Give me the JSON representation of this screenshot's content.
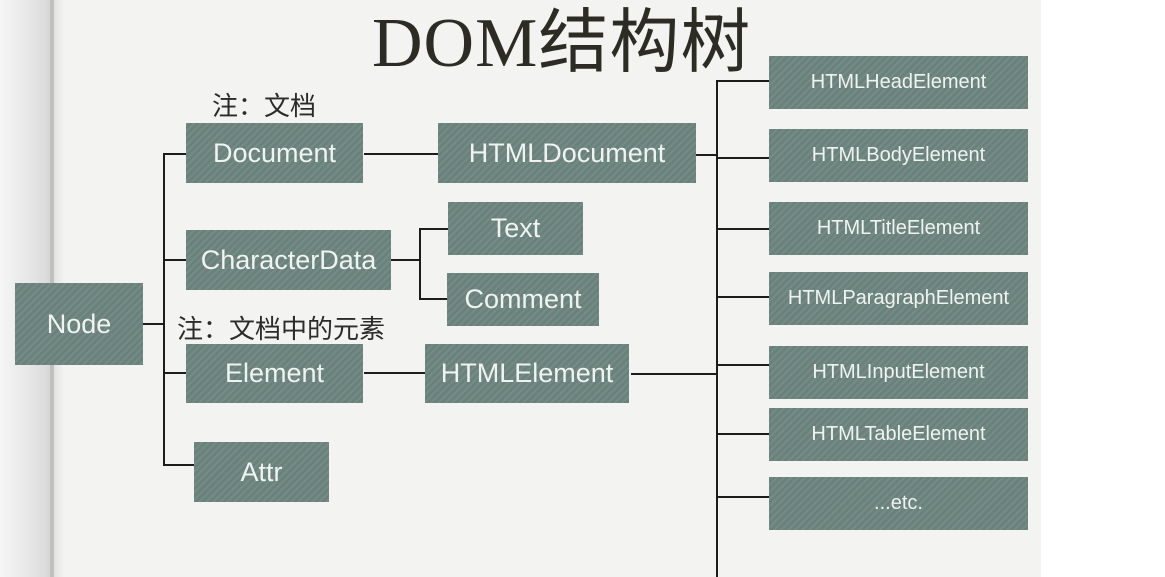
{
  "title": "DOM结构树",
  "notes": {
    "document_note": "注：文档",
    "element_note": "注：文档中的元素"
  },
  "nodes": {
    "node": "Node",
    "document": "Document",
    "html_document": "HTMLDocument",
    "character_data": "CharacterData",
    "text": "Text",
    "comment": "Comment",
    "element": "Element",
    "html_element": "HTMLElement",
    "attr": "Attr"
  },
  "html_elements": [
    "HTMLHeadElement",
    "HTMLBodyElement",
    "HTMLTitleElement",
    "HTMLParagraphElement",
    "HTMLInputElement",
    "HTMLTableElement",
    "...etc."
  ],
  "colors": {
    "box_fill": "#6d8580",
    "box_text": "#f0f3ef",
    "line": "#1c1c1c",
    "background": "#f3f3f1",
    "title_text": "#2c2c24"
  }
}
